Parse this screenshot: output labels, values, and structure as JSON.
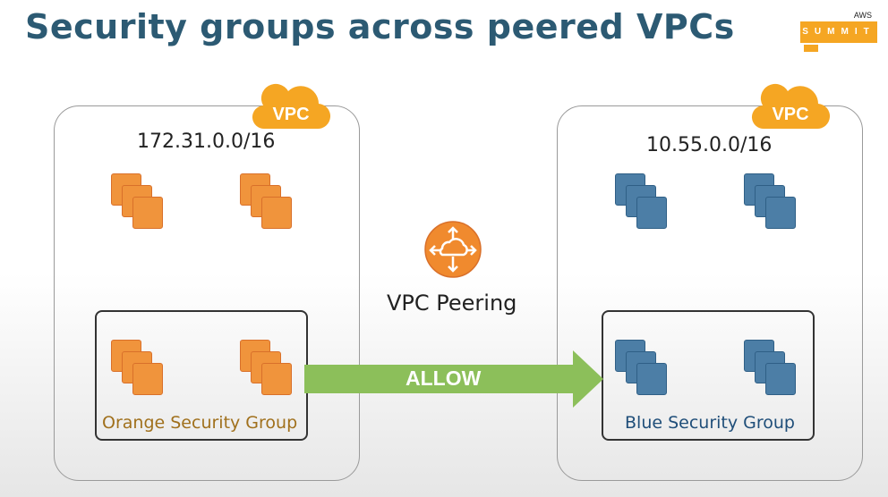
{
  "title": "Security groups across peered VPCs",
  "logo": {
    "aws": "AWS",
    "summit": "SUMMIT"
  },
  "vpc_left": {
    "badge": "VPC",
    "cidr": "172.31.0.0/16",
    "security_group": "Orange Security Group"
  },
  "vpc_right": {
    "badge": "VPC",
    "cidr": "10.55.0.0/16",
    "security_group": "Blue Security Group"
  },
  "peering": {
    "label": "VPC Peering"
  },
  "arrow": {
    "label": "ALLOW"
  },
  "colors": {
    "title": "#2c5a73",
    "orange": "#f0943c",
    "blue": "#4c7ea6",
    "cloud": "#f5a623",
    "arrow": "#8cbf5a",
    "orange_text": "#a0701c",
    "blue_text": "#1f4e79"
  },
  "icons": [
    "vpc-cloud-icon",
    "ec2-instance-icon",
    "vpc-peering-icon",
    "arrow-right-icon"
  ]
}
